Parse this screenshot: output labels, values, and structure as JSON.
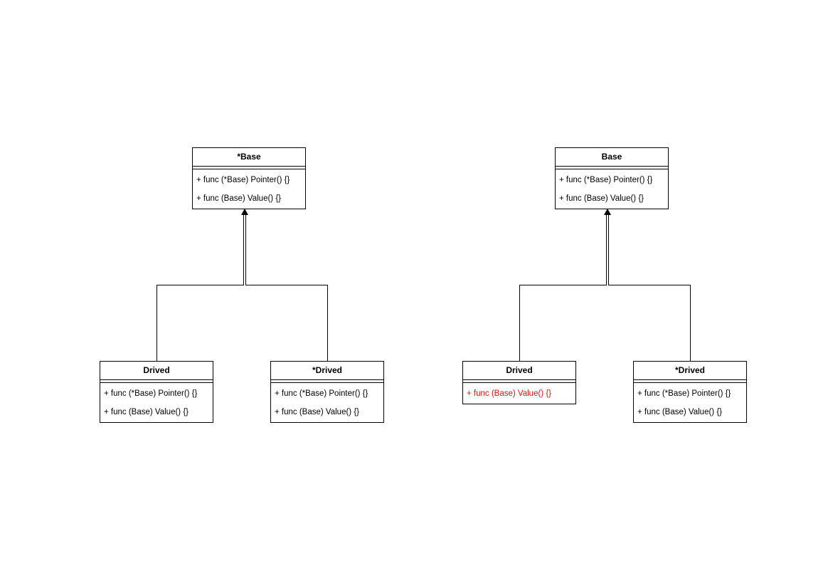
{
  "colors": {
    "line": "#000000",
    "highlight_method": "#e01010"
  },
  "diagrams": [
    {
      "base": {
        "name": "*Base",
        "methods": [
          "+ func (*Base) Pointer() {}",
          "+ func (Base) Value() {}"
        ]
      },
      "left_child": {
        "name": "Drived",
        "methods": [
          "+ func (*Base) Pointer() {}",
          "+ func (Base) Value() {}"
        ]
      },
      "right_child": {
        "name": "*Drived",
        "methods": [
          "+ func (*Base) Pointer() {}",
          "+ func (Base) Value() {}"
        ]
      }
    },
    {
      "base": {
        "name": "Base",
        "methods": [
          "+ func (*Base) Pointer() {}",
          "+ func (Base) Value() {}"
        ]
      },
      "left_child": {
        "name": "Drived",
        "methods": [
          "+ func (Base) Value() {}"
        ],
        "highlighted": true
      },
      "right_child": {
        "name": "*Drived",
        "methods": [
          "+ func (*Base) Pointer() {}",
          "+ func (Base) Value() {}"
        ]
      }
    }
  ]
}
